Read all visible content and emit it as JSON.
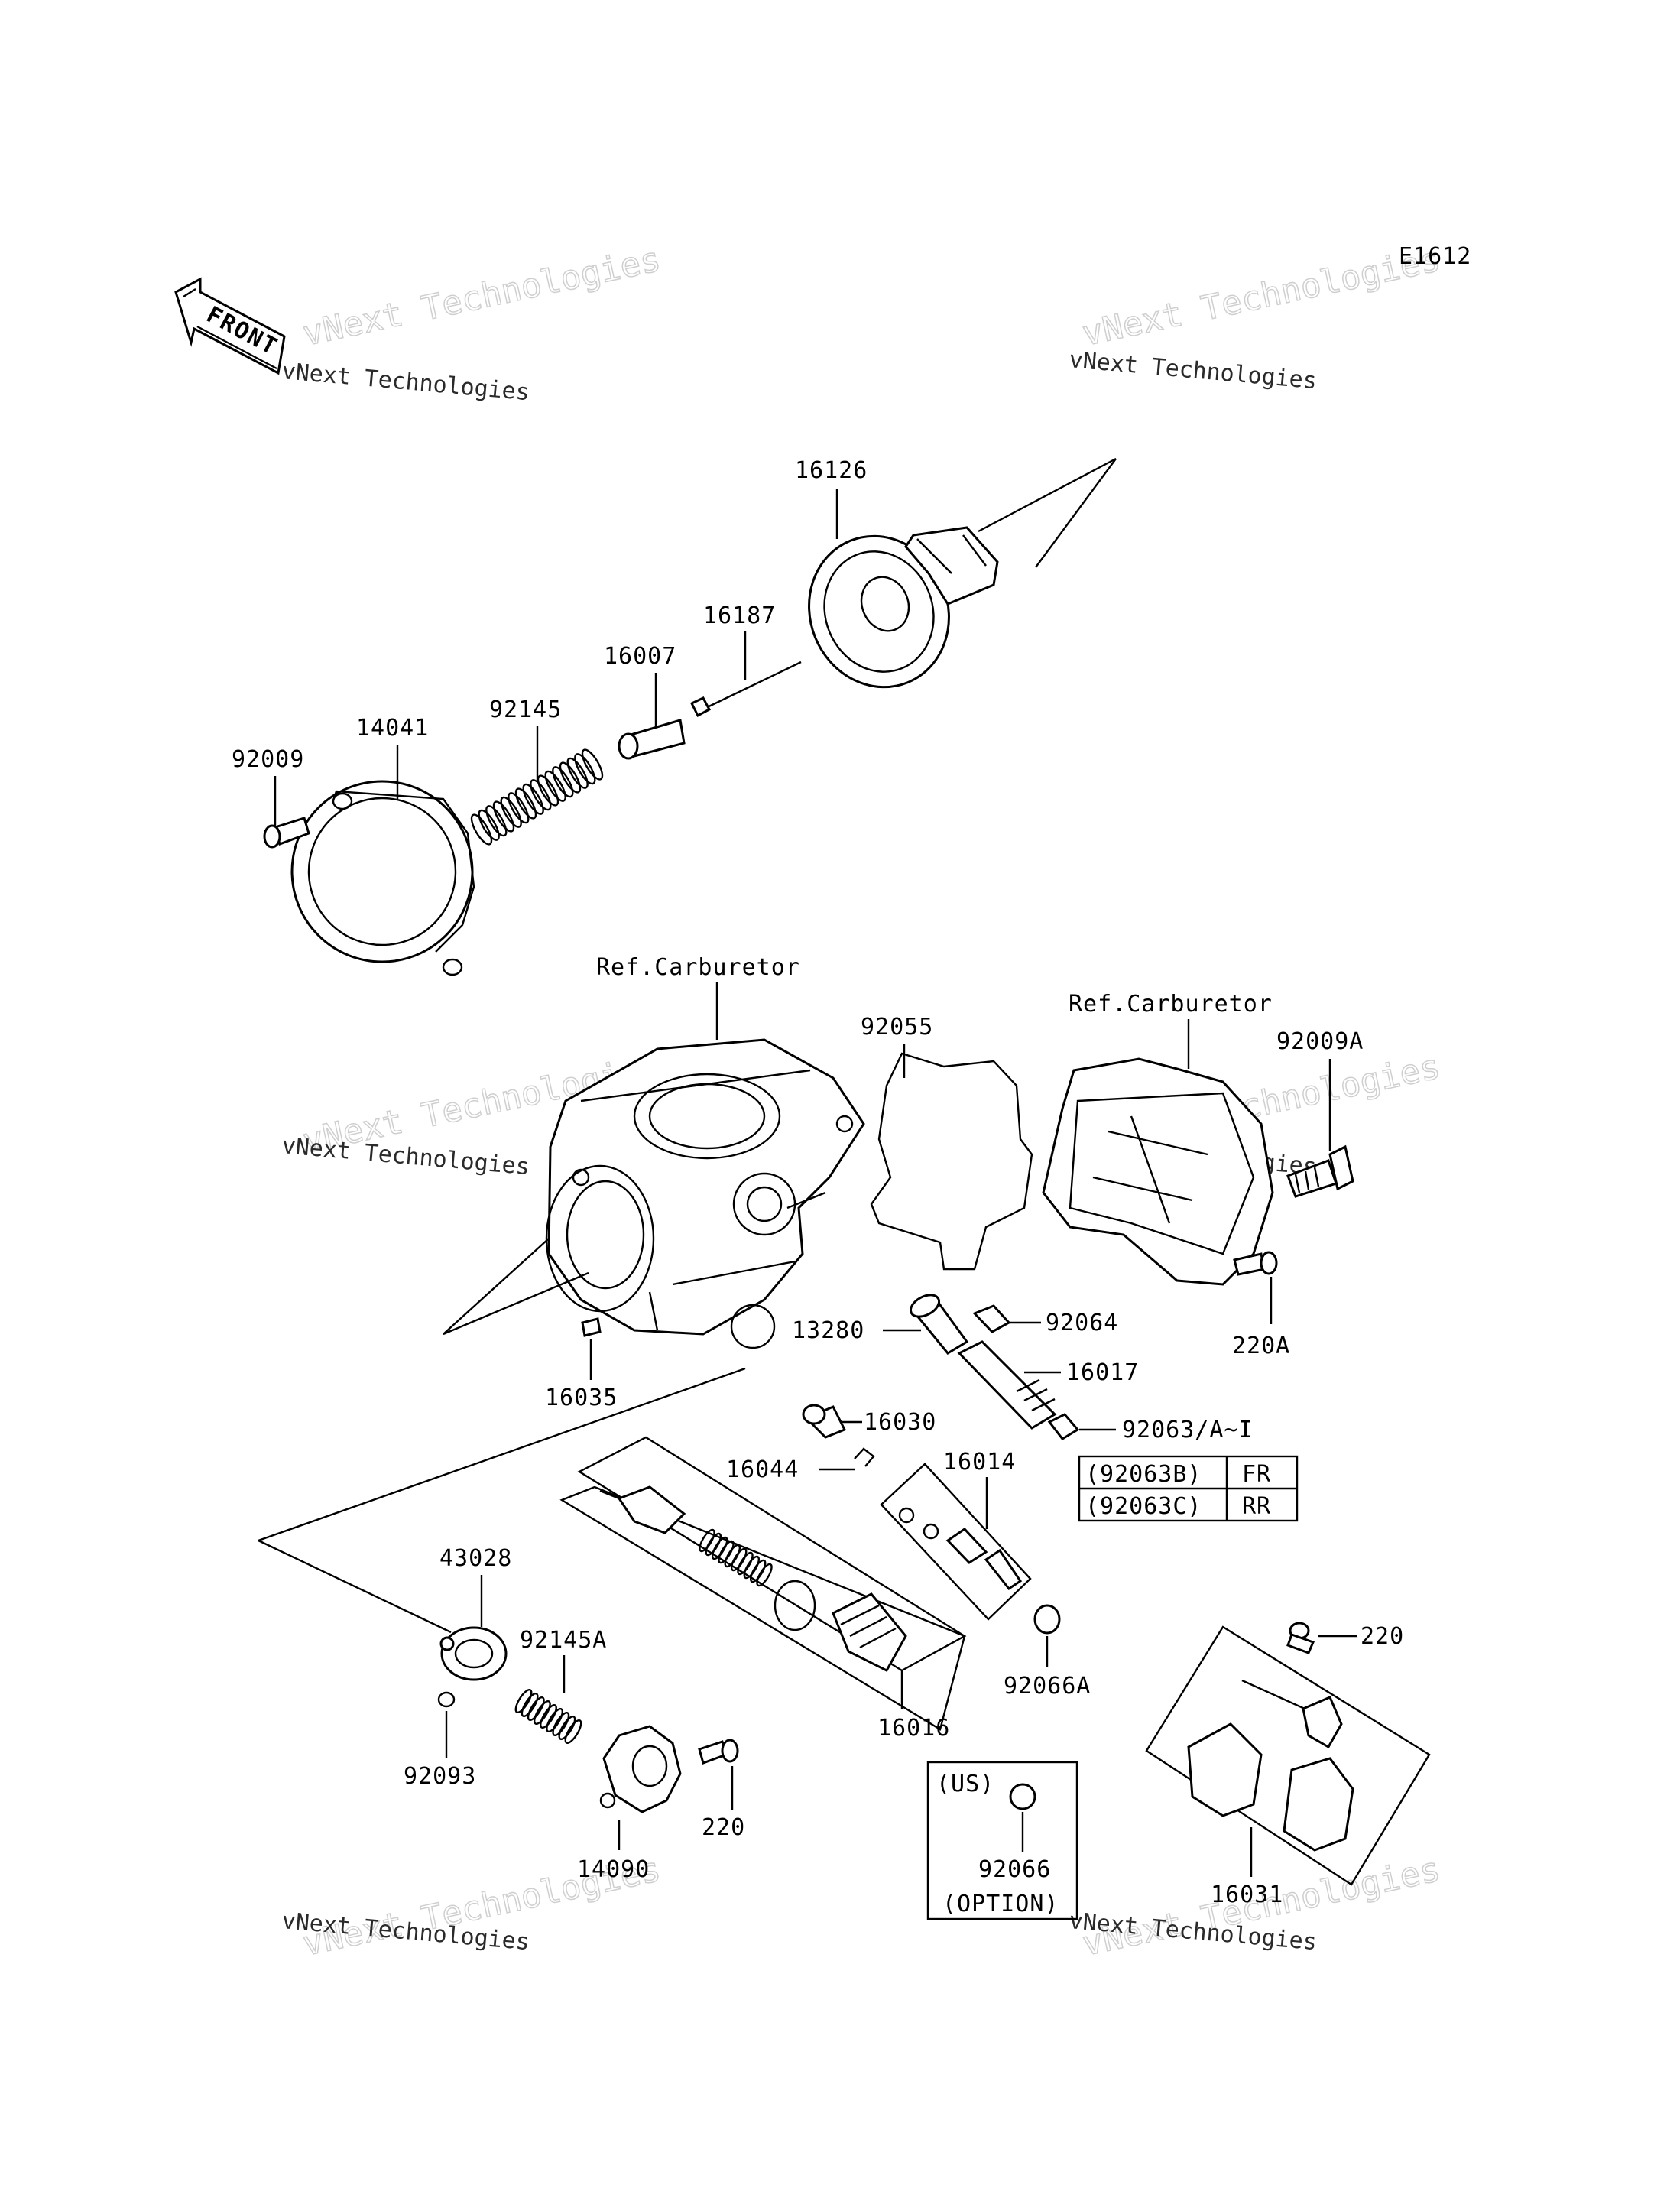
{
  "diagram_code": "E1612",
  "front_label": "FRONT",
  "watermark": {
    "big": "vNext Technologies",
    "small": "vNext Technologies"
  },
  "ref_labels": [
    "Ref.Carburetor",
    "Ref.Carburetor"
  ],
  "parts": [
    "16126",
    "16187",
    "16007",
    "92145",
    "14041",
    "92009",
    "92055",
    "92009A",
    "220A",
    "13280",
    "92064",
    "16017",
    "16035",
    "16030",
    "92063/A~I",
    "16044",
    "16014",
    "43028",
    "92145A",
    "92093",
    "14090",
    "220",
    "16016",
    "92066A",
    "220",
    "16031",
    "92066"
  ],
  "variant_table": [
    {
      "part": "(92063B)",
      "pos": "FR"
    },
    {
      "part": "(92063C)",
      "pos": "RR"
    }
  ],
  "option_box": {
    "region": "(US)",
    "part": "92066",
    "note": "(OPTION)"
  }
}
